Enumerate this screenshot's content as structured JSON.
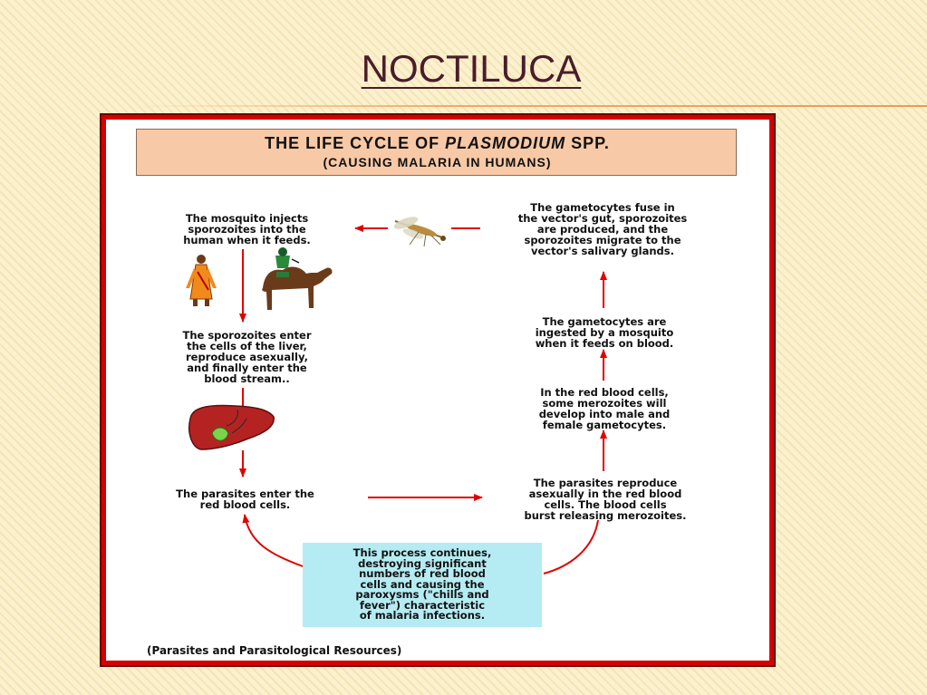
{
  "slide": {
    "title": "NOCTILUCA"
  },
  "diagram": {
    "header_line1_prefix": "THE LIFE CYCLE OF ",
    "header_line1_italic": "PLASMODIUM",
    "header_line1_suffix": " SPP.",
    "header_line2": "(CAUSING MALARIA IN HUMANS)",
    "steps": {
      "mosquito_injects": [
        "The mosquito injects",
        "sporozoites into the",
        "human when it feeds."
      ],
      "sporozoites_enter_liver": [
        "The sporozoites enter",
        "the cells of the liver,",
        "reproduce asexually,",
        "and finally enter the",
        "blood stream.."
      ],
      "parasites_enter_rbc": [
        "The parasites enter the",
        "red blood cells."
      ],
      "parasites_reproduce": [
        "The parasites reproduce",
        "asexually in the red blood",
        "cells.  The blood cells",
        "burst releasing merozoites."
      ],
      "merozoites_develop": [
        "In the red blood cells,",
        "some merozoites will",
        "develop into male and",
        "female gametocytes."
      ],
      "gametocytes_ingested": [
        "The gametocytes are",
        "ingested by a mosquito",
        "when it feeds on blood."
      ],
      "gametocytes_fuse": [
        "The gametocytes fuse in",
        "the vector's gut, sporozoites",
        "are produced, and the",
        "sporozoites migrate to the",
        "vector's salivary glands."
      ]
    },
    "summary": [
      "This process continues,",
      "destroying significant",
      "numbers of red blood",
      "cells and causing the",
      "paroxysms (\"chills and",
      "fever\") characteristic",
      "of malaria infections."
    ],
    "citation": "(Parasites and Parasitological Resources)",
    "colors": {
      "arrow": "#e00000",
      "frame": "#d40000",
      "header_bg": "#f8c9a6",
      "summary_bg": "#b5ecf3"
    }
  }
}
